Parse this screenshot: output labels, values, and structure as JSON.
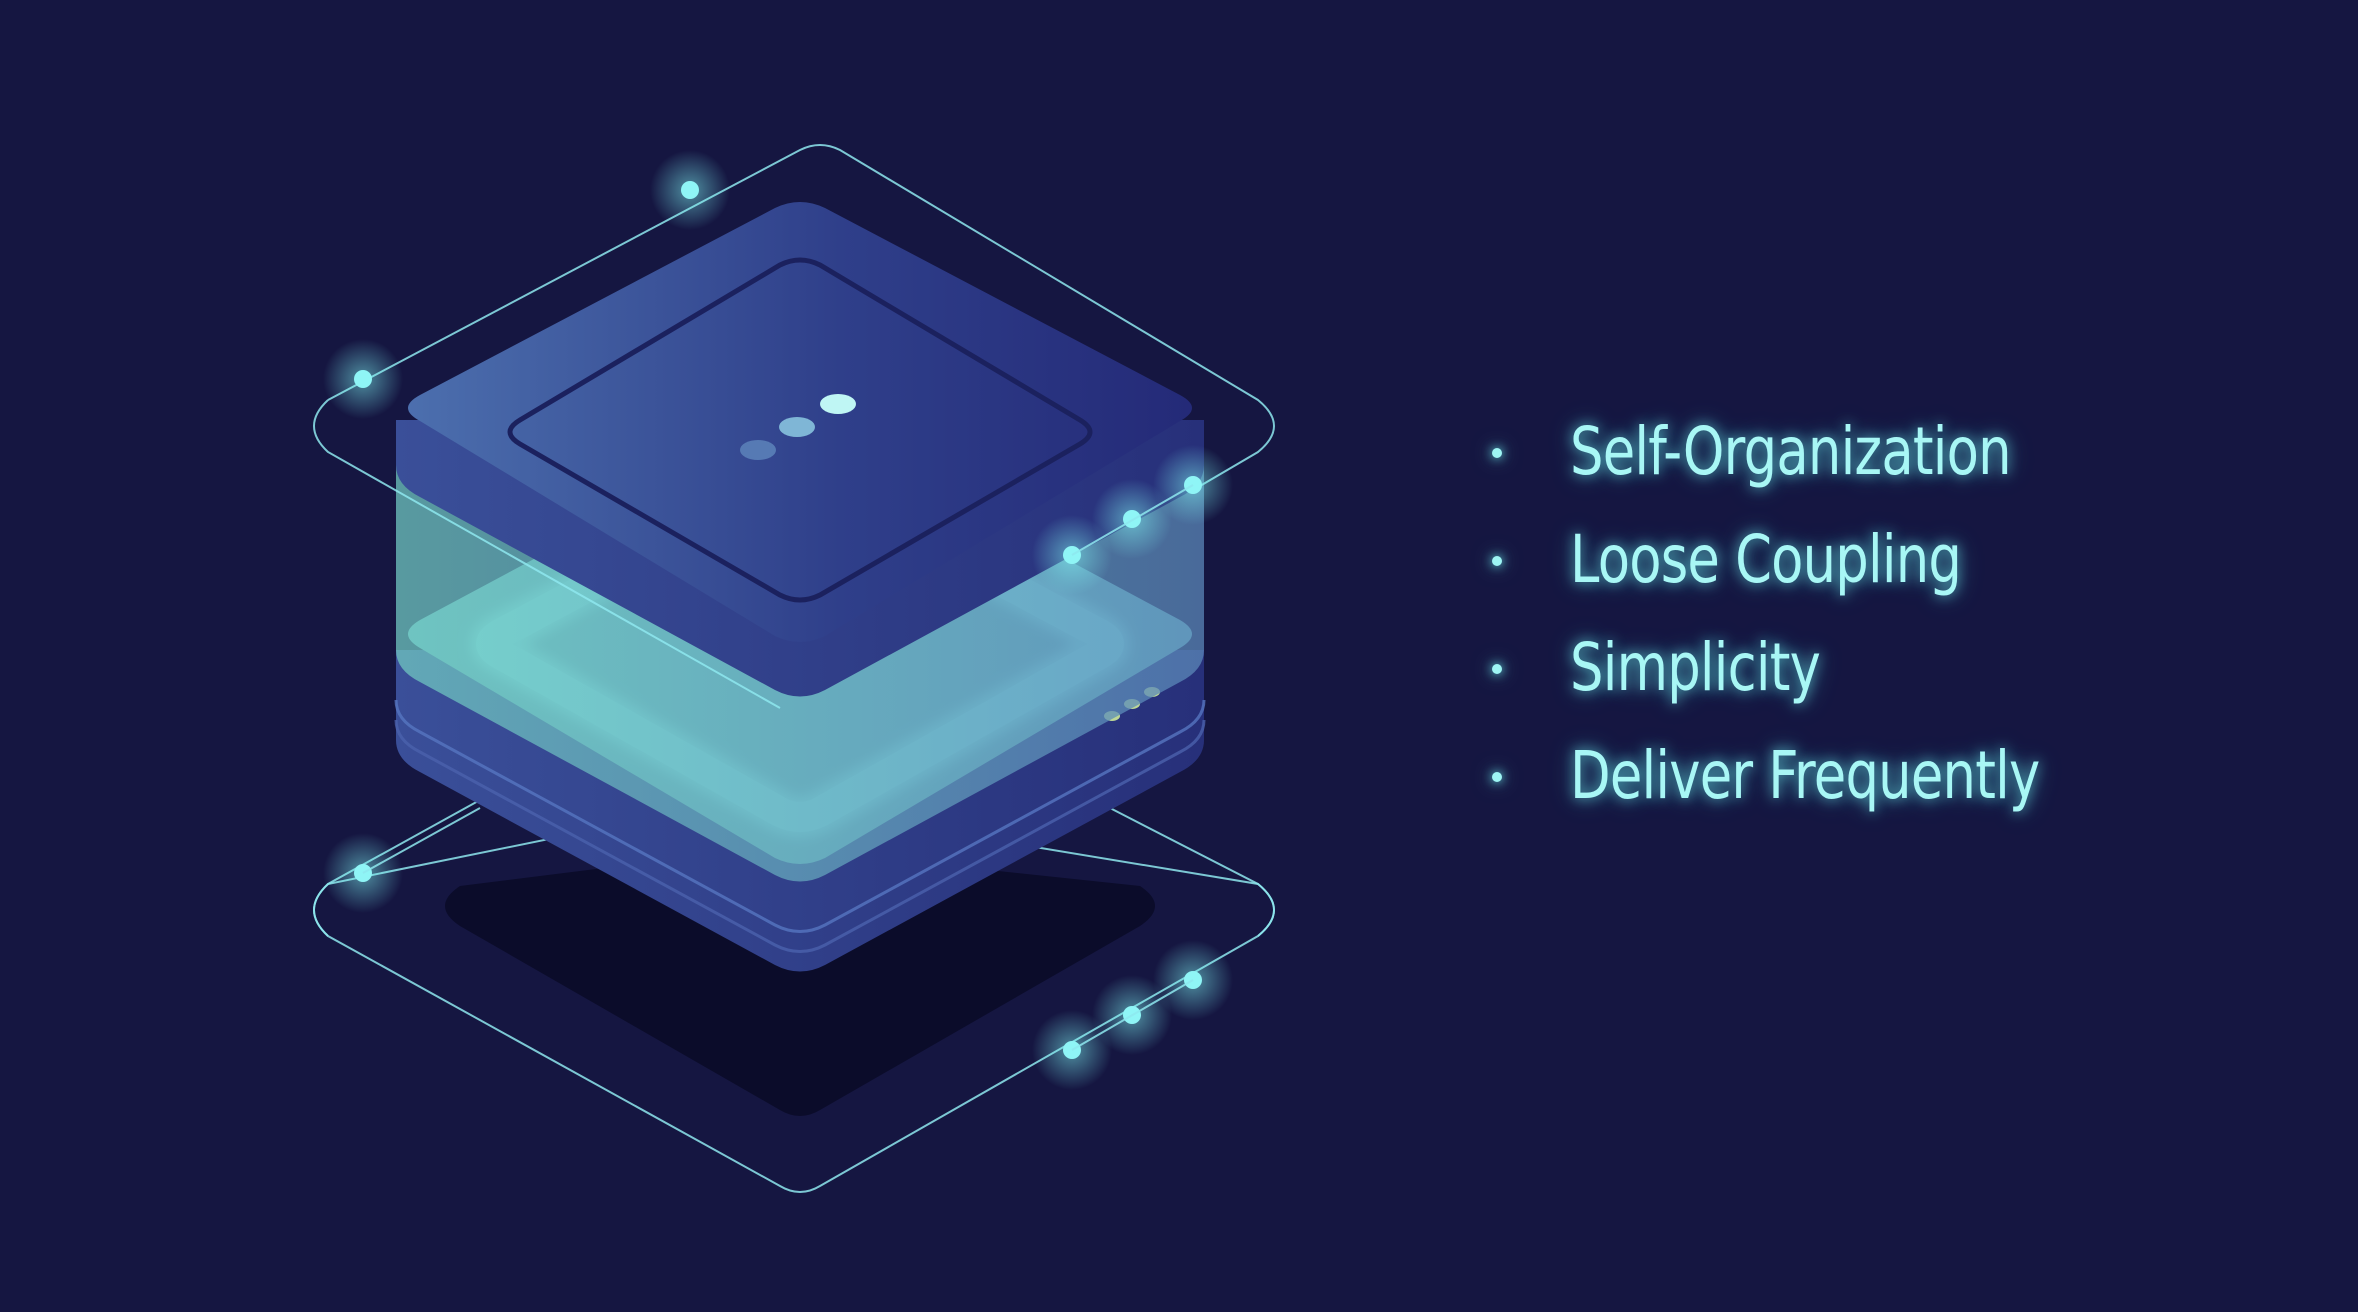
{
  "bullets": [
    {
      "label": "Self-Organization"
    },
    {
      "label": "Loose Coupling"
    },
    {
      "label": "Simplicity"
    },
    {
      "label": "Deliver Frequently"
    }
  ],
  "colors": {
    "background": "#151641",
    "accent": "#7ff3f1",
    "platform_top": "#2f3f8a",
    "platform_dark": "#222a70",
    "glow_layer": "#8ff8f0"
  },
  "icons": [
    "isometric-server-stack-icon",
    "circuit-node-icon"
  ]
}
